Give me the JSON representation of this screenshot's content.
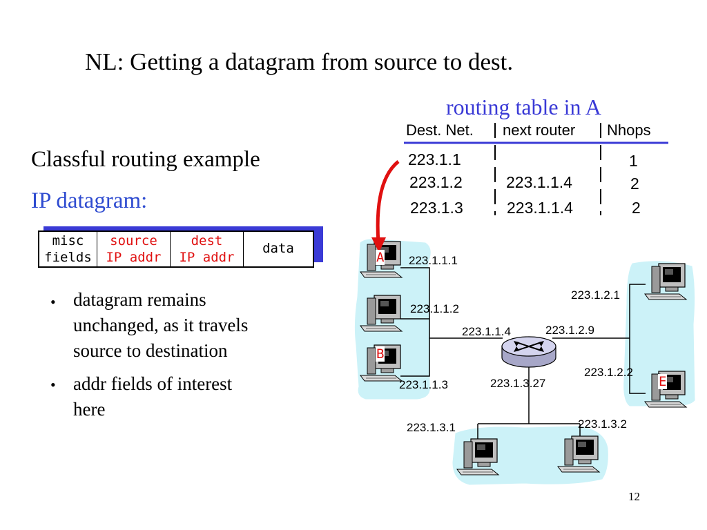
{
  "slide": {
    "title": "NL: Getting a datagram from source to dest.",
    "subtitle": "Classful routing example",
    "page_number": "12"
  },
  "routing_table": {
    "title": "routing table in A",
    "headers": [
      "Dest. Net.",
      "next router",
      "Nhops"
    ],
    "rows": [
      {
        "dest": "223.1.1",
        "next": "",
        "hops": "1"
      },
      {
        "dest": "223.1.2",
        "next": "223.1.1.4",
        "hops": "2"
      },
      {
        "dest": "223.1.3",
        "next": "223.1.1.4",
        "hops": "2"
      }
    ]
  },
  "datagram": {
    "label": "IP datagram:",
    "fields": [
      {
        "line1": "misc",
        "line2": "fields"
      },
      {
        "line1": "source",
        "line2": "IP addr"
      },
      {
        "line1": "dest",
        "line2": "IP addr"
      },
      {
        "line1": "data",
        "line2": ""
      }
    ]
  },
  "bullets": [
    {
      "lines": [
        "datagram remains",
        "unchanged, as it travels",
        "source to destination"
      ]
    },
    {
      "lines": [
        "addr fields of interest",
        "here"
      ]
    }
  ],
  "network": {
    "hosts": {
      "A": "A",
      "B": "B",
      "E": "E"
    },
    "addresses": {
      "a_iface": "223.1.1.1",
      "h2_iface": "223.1.1.2",
      "b_iface": "223.1.1.3",
      "router_net1": "223.1.1.4",
      "router_net2": "223.1.2.9",
      "router_net3": "223.1.3.27",
      "net2_host1": "223.1.2.1",
      "e_iface": "223.1.2.2",
      "net3_host1": "223.1.3.1",
      "net3_host2": "223.1.3.2"
    }
  },
  "colors": {
    "title_blue": "#3a3ad6",
    "label_blue": "#2e4bd0",
    "arrow_red": "#e01010",
    "network_cloud": "#ccf2f8"
  }
}
